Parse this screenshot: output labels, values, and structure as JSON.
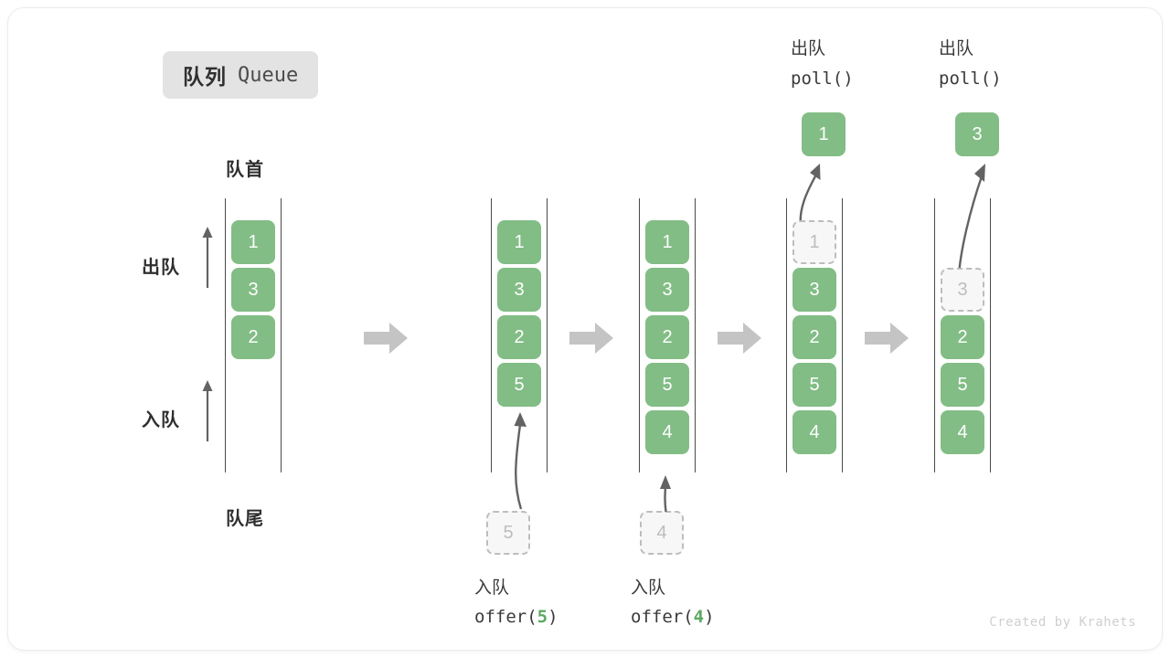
{
  "card": {
    "title_cn": "队列",
    "title_en": "Queue",
    "credit": "Created by Krahets"
  },
  "colors": {
    "cell_fill": "#82bd85",
    "cell_text": "#ffffff",
    "ghost_fill": "#f7f7f7",
    "ghost_border": "#bdbdbd",
    "ghost_text": "#bdbdbd",
    "rail": "#4a4a4a",
    "block_arrow": "#c4c4c4",
    "thin_arrow": "#636363",
    "badge_bg": "#e3e3e3",
    "accent_green": "#5caa62",
    "credit_text": "#cfcfcf"
  },
  "legend": {
    "head_label": "队首",
    "tail_label": "队尾",
    "dequeue_label": "出队",
    "enqueue_label": "入队"
  },
  "steps": [
    {
      "id": "state-initial",
      "cells": [
        {
          "value": "1",
          "state": "filled"
        },
        {
          "value": "3",
          "state": "filled"
        },
        {
          "value": "2",
          "state": "filled"
        }
      ],
      "op_top_cn": "",
      "op_top_code": "",
      "op_bottom_cn": "",
      "op_bottom_code": "",
      "result_value": "",
      "incoming_value": ""
    },
    {
      "id": "state-after-offer-5",
      "cells": [
        {
          "value": "1",
          "state": "filled"
        },
        {
          "value": "3",
          "state": "filled"
        },
        {
          "value": "2",
          "state": "filled"
        },
        {
          "value": "5",
          "state": "filled"
        }
      ],
      "op_bottom_cn": "入队",
      "op_bottom_code_prefix": "offer(",
      "op_bottom_code_num": "5",
      "op_bottom_code_suffix": ")",
      "incoming_value": "5"
    },
    {
      "id": "state-after-offer-4",
      "cells": [
        {
          "value": "1",
          "state": "filled"
        },
        {
          "value": "3",
          "state": "filled"
        },
        {
          "value": "2",
          "state": "filled"
        },
        {
          "value": "5",
          "state": "filled"
        },
        {
          "value": "4",
          "state": "filled"
        }
      ],
      "op_bottom_cn": "入队",
      "op_bottom_code_prefix": "offer(",
      "op_bottom_code_num": "4",
      "op_bottom_code_suffix": ")",
      "incoming_value": "4"
    },
    {
      "id": "state-after-poll-1",
      "cells": [
        {
          "value": "1",
          "state": "ghost"
        },
        {
          "value": "3",
          "state": "filled"
        },
        {
          "value": "2",
          "state": "filled"
        },
        {
          "value": "5",
          "state": "filled"
        },
        {
          "value": "4",
          "state": "filled"
        }
      ],
      "op_top_cn": "出队",
      "op_top_code": "poll()",
      "result_value": "1"
    },
    {
      "id": "state-after-poll-3",
      "cells": [
        {
          "value": "3",
          "state": "ghost"
        },
        {
          "value": "2",
          "state": "filled"
        },
        {
          "value": "5",
          "state": "filled"
        },
        {
          "value": "4",
          "state": "filled"
        }
      ],
      "op_top_cn": "出队",
      "op_top_code": "poll()",
      "result_value": "3"
    }
  ]
}
